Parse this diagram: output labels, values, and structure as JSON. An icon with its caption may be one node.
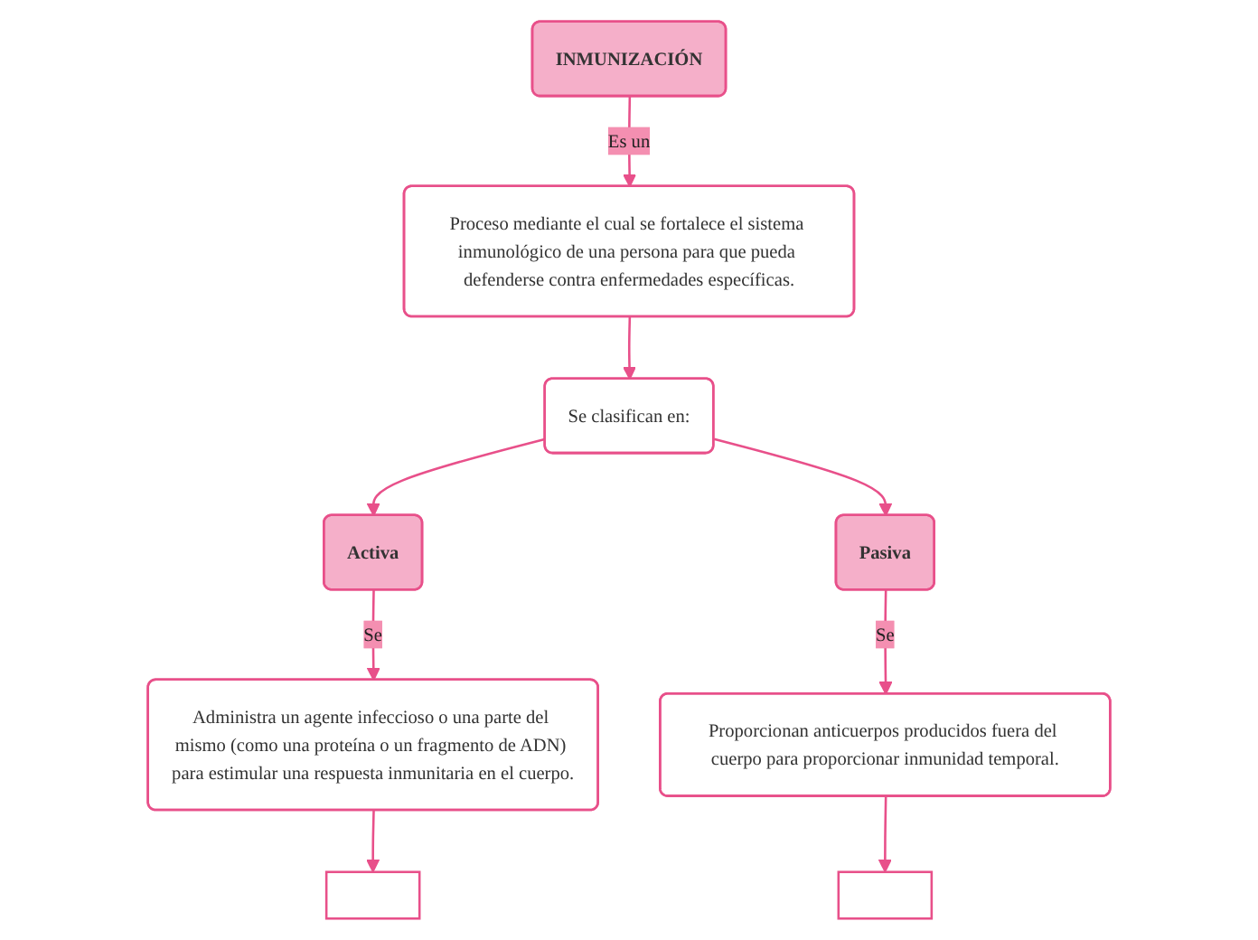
{
  "diagram": {
    "nodes": [
      {
        "text": [
          "INMUNIZACIÓN"
        ]
      },
      {
        "text": [
          "Proceso mediante el cual se fortalece el sistema inmunológico de una persona para que pueda defenderse contra enfermedades específicas."
        ]
      },
      {
        "text": [
          "Se clasifican en:"
        ]
      },
      {
        "text": [
          "Activa"
        ]
      },
      {
        "text": [
          "Pasiva"
        ]
      },
      {
        "text": [
          "Administra un agente infeccioso o una parte del mismo (como una proteína o un fragmento de ADN) para estimular una respuesta inmunitaria en el cuerpo."
        ]
      },
      {
        "text": [
          "Proporcionan anticuerpos producidos fuera del cuerpo para proporcionar inmunidad temporal."
        ]
      },
      {
        "text": [],
        "shape": "box"
      },
      {
        "text": [],
        "shape": "box"
      }
    ],
    "edges": [
      {
        "from": 0,
        "to": 1,
        "arrow": "to",
        "label": "Es un"
      },
      {
        "from": 1,
        "to": 2,
        "arrow": "to"
      },
      {
        "from": 2,
        "to": 3,
        "arrow": "to"
      },
      {
        "from": 2,
        "to": 4,
        "arrow": "to"
      },
      {
        "from": 3,
        "to": 5,
        "arrow": "to",
        "label": "Se"
      },
      {
        "from": 4,
        "to": 6,
        "arrow": "to",
        "label": "Se"
      },
      {
        "from": 5,
        "to": 7,
        "arrow": "to"
      },
      {
        "from": 6,
        "to": 8,
        "arrow": "to"
      }
    ]
  }
}
